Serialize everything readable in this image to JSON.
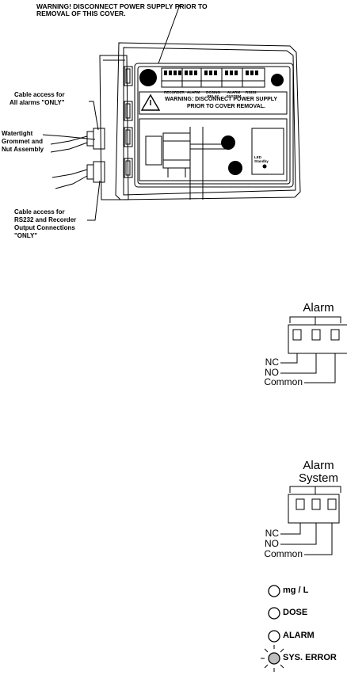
{
  "enclosure": {
    "top_warning": [
      "WARNING! DISCONNECT POWER SUPPLY PRIOR TO",
      "REMOVAL OF THIS COVER."
    ],
    "inner_warning": [
      "WARNING: DISCONNECT POWER SUPPLY",
      "PRIOR TO COVER REMOVAL."
    ],
    "terminal_labels": [
      "RECORDER",
      "ALARM",
      "DOSING RELAY",
      "ALARM SYSTEM",
      "RS232"
    ],
    "standby_label": "LED Standby",
    "callouts": {
      "alarms": [
        "Cable access for",
        "All alarms \"ONLY\""
      ],
      "grommet": [
        "Watertight",
        "Grommet and",
        "Nut Assembly"
      ],
      "rs232": [
        "Cable access for",
        "RS232 and Recorder",
        "Output Connections",
        "\"ONLY\""
      ]
    }
  },
  "alarm": {
    "title": "Alarm",
    "terminals": [
      "NC",
      "NO",
      "Common"
    ]
  },
  "alarm_system": {
    "title": [
      "Alarm",
      "System"
    ],
    "terminals": [
      "NC",
      "NO",
      "Common"
    ]
  },
  "indicators": [
    {
      "label": "mg / L",
      "lit": false
    },
    {
      "label": "DOSE",
      "lit": false
    },
    {
      "label": "ALARM",
      "lit": false
    },
    {
      "label": "SYS. ERROR",
      "lit": true
    }
  ],
  "colors": {
    "ink": "#000000",
    "lit_led": "#bdbdbd"
  }
}
